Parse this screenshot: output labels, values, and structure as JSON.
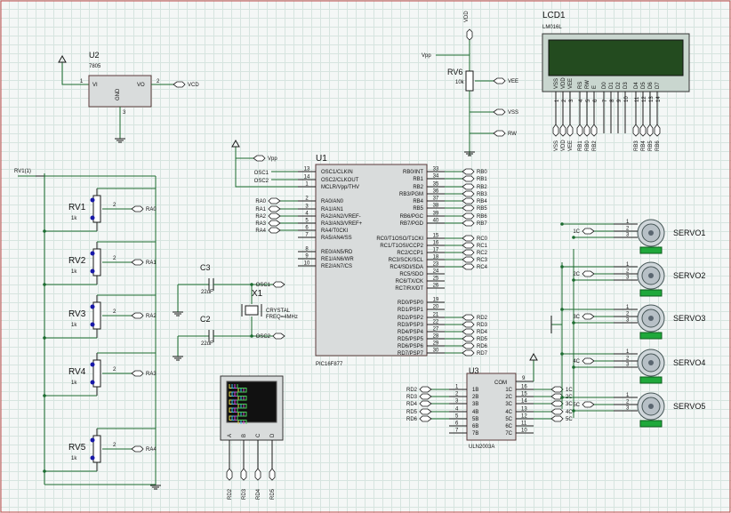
{
  "components": {
    "u1": {
      "ref": "U1",
      "part": "PIC16F877",
      "left_pins": [
        {
          "num": "13",
          "name": "OSC1/CLKIN",
          "net": "OSC1"
        },
        {
          "num": "14",
          "name": "OSC2/CLKOUT",
          "net": "OSC2"
        },
        {
          "num": "1",
          "name": "MCLR/Vpp/THV",
          "net": ""
        },
        {
          "num": "2",
          "name": "RA0/AN0",
          "net": "RA0"
        },
        {
          "num": "3",
          "name": "RA1/AN1",
          "net": "RA1"
        },
        {
          "num": "4",
          "name": "RA2/AN2/VREF-",
          "net": "RA2"
        },
        {
          "num": "5",
          "name": "RA3/AN3/VREF+",
          "net": "RA3"
        },
        {
          "num": "6",
          "name": "RA4/T0CKI",
          "net": "RA4"
        },
        {
          "num": "7",
          "name": "RA5/AN4/SS",
          "net": ""
        },
        {
          "num": "8",
          "name": "RE0/AN5/RD",
          "net": ""
        },
        {
          "num": "9",
          "name": "RE1/AN6/WR",
          "net": ""
        },
        {
          "num": "10",
          "name": "RE2/AN7/CS",
          "net": ""
        }
      ],
      "right_pins": [
        {
          "num": "33",
          "name": "RB0/INT",
          "net": "RB0"
        },
        {
          "num": "34",
          "name": "RB1",
          "net": "RB1"
        },
        {
          "num": "35",
          "name": "RB2",
          "net": "RB2"
        },
        {
          "num": "36",
          "name": "RB3/PGM",
          "net": "RB3"
        },
        {
          "num": "37",
          "name": "RB4",
          "net": "RB4"
        },
        {
          "num": "38",
          "name": "RB5",
          "net": "RB5"
        },
        {
          "num": "39",
          "name": "RB6/PGC",
          "net": "RB6"
        },
        {
          "num": "40",
          "name": "RB7/PGD",
          "net": "RB7"
        },
        {
          "num": "15",
          "name": "RC0/T1OSO/T1CKI",
          "net": "RC0"
        },
        {
          "num": "16",
          "name": "RC1/T1OSI/CCP2",
          "net": "RC1"
        },
        {
          "num": "17",
          "name": "RC2/CCP1",
          "net": "RC2"
        },
        {
          "num": "18",
          "name": "RC3/SCK/SCL",
          "net": "RC3"
        },
        {
          "num": "23",
          "name": "RC4/SDI/SDA",
          "net": "RC4"
        },
        {
          "num": "24",
          "name": "RC5/SDO",
          "net": ""
        },
        {
          "num": "25",
          "name": "RC6/TX/CK",
          "net": ""
        },
        {
          "num": "26",
          "name": "RC7/RX/DT",
          "net": ""
        },
        {
          "num": "19",
          "name": "RD0/PSP0",
          "net": ""
        },
        {
          "num": "20",
          "name": "RD1/PSP1",
          "net": ""
        },
        {
          "num": "21",
          "name": "RD2/PSP2",
          "net": "RD2"
        },
        {
          "num": "22",
          "name": "RD3/PSP3",
          "net": "RD3"
        },
        {
          "num": "27",
          "name": "RD4/PSP4",
          "net": "RD4"
        },
        {
          "num": "28",
          "name": "RD5/PSP5",
          "net": "RD5"
        },
        {
          "num": "29",
          "name": "RD6/PSP6",
          "net": "RD6"
        },
        {
          "num": "30",
          "name": "RD7/PSP7",
          "net": "RD7"
        }
      ]
    },
    "u2": {
      "ref": "U2",
      "part": "7805",
      "vi": "VI",
      "vo": "VO",
      "gnd": "GND",
      "pin1": "1",
      "pin2": "2",
      "pin3": "3",
      "out_net": "VCD"
    },
    "u3": {
      "ref": "U3",
      "part": "ULN2003A",
      "com": "COM",
      "com_pin": "9",
      "inputs": [
        {
          "net": "RD2",
          "pin": "1",
          "name": "1B"
        },
        {
          "net": "RD3",
          "pin": "2",
          "name": "2B"
        },
        {
          "net": "RD4",
          "pin": "3",
          "name": "3B"
        },
        {
          "net": "RD5",
          "pin": "4",
          "name": "4B"
        },
        {
          "net": "RD6",
          "pin": "5",
          "name": "5B"
        },
        {
          "net": "",
          "pin": "6",
          "name": "6B"
        },
        {
          "net": "",
          "pin": "7",
          "name": "7B"
        }
      ],
      "outputs": [
        {
          "name": "1C",
          "pin": "16",
          "net": "1C"
        },
        {
          "name": "2C",
          "pin": "15",
          "net": "2C"
        },
        {
          "name": "3C",
          "pin": "14",
          "net": "3C"
        },
        {
          "name": "4C",
          "pin": "13",
          "net": "4C"
        },
        {
          "name": "5C",
          "pin": "12",
          "net": "5C"
        },
        {
          "name": "6C",
          "pin": "11",
          "net": ""
        },
        {
          "name": "7C",
          "pin": "10",
          "net": ""
        }
      ]
    },
    "lcd": {
      "ref": "LCD1",
      "part": "LM016L",
      "pins": [
        {
          "name": "VSS",
          "num": "1",
          "net": "VSS"
        },
        {
          "name": "VDD",
          "num": "2",
          "net": "VDD"
        },
        {
          "name": "VEE",
          "num": "3",
          "net": "VEE"
        },
        {
          "name": "RS",
          "num": "4",
          "net": "RB1"
        },
        {
          "name": "RW",
          "num": "5",
          "net": "RB0"
        },
        {
          "name": "E",
          "num": "6",
          "net": "RB2"
        },
        {
          "name": "D0",
          "num": "7",
          "net": ""
        },
        {
          "name": "D1",
          "num": "8",
          "net": ""
        },
        {
          "name": "D2",
          "num": "9",
          "net": ""
        },
        {
          "name": "D3",
          "num": "10",
          "net": ""
        },
        {
          "name": "D4",
          "num": "11",
          "net": "RB3"
        },
        {
          "name": "D5",
          "num": "12",
          "net": "RB4"
        },
        {
          "name": "D6",
          "num": "13",
          "net": "RB5"
        },
        {
          "name": "D7",
          "num": "14",
          "net": "RB6"
        }
      ]
    },
    "rv6": {
      "ref": "RV6",
      "value": "10k",
      "top_net": "VDD",
      "left_net": "Vpp",
      "wiper_net": "VEE",
      "bottom_net": "VSS",
      "rw_net": "RW"
    },
    "pots": [
      {
        "ref": "RV1",
        "value": "1k",
        "net": "RA0",
        "wiper_pin": "2"
      },
      {
        "ref": "RV2",
        "value": "1k",
        "net": "RA1",
        "wiper_pin": "2"
      },
      {
        "ref": "RV3",
        "value": "1k",
        "net": "RA2",
        "wiper_pin": "2"
      },
      {
        "ref": "RV4",
        "value": "1k",
        "net": "RA3",
        "wiper_pin": "2"
      },
      {
        "ref": "RV5",
        "value": "1k",
        "net": "RA4",
        "wiper_pin": "2"
      }
    ],
    "rv_probe": "RV1(1)",
    "c3": {
      "ref": "C3",
      "value": "22uF",
      "net": "OSC1"
    },
    "c2": {
      "ref": "C2",
      "value": "22uF",
      "net": "OSC2"
    },
    "x1": {
      "ref": "X1",
      "part": "CRYSTAL",
      "freq": "FREQ=4MHz"
    },
    "servos": [
      {
        "ref": "SERVO1",
        "net": "1C"
      },
      {
        "ref": "SERVO2",
        "net": "2C"
      },
      {
        "ref": "SERVO3",
        "net": "3C"
      },
      {
        "ref": "SERVO4",
        "net": "4C"
      },
      {
        "ref": "SERVO5",
        "net": "5C"
      }
    ],
    "scope": {
      "channels": [
        "A",
        "B",
        "C",
        "D"
      ],
      "nets": [
        "RD2",
        "RD3",
        "RD4",
        "RD5"
      ]
    },
    "vpp_label": "Vpp",
    "osc_labels": {
      "osc1": "OSC1",
      "osc2": "OSC2"
    }
  }
}
